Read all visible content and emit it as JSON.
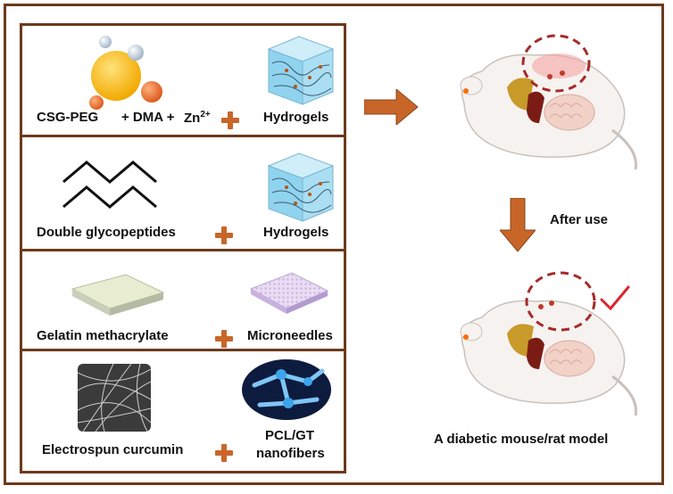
{
  "rows": [
    {
      "left_label": "CSG-PEG",
      "left_label_2": "+ DMA +",
      "ion": "Zn",
      "ion_sup": "2+",
      "right_label": "Hydrogels"
    },
    {
      "left_label": "Double glycopeptides",
      "right_label": "Hydrogels"
    },
    {
      "left_label": "Gelatin methacrylate",
      "right_label": "Microneedles"
    },
    {
      "left_label": "Electrospun curcumin",
      "right_label_1": "PCL/GT",
      "right_label_2": "nanofibers"
    }
  ],
  "right_panel": {
    "after_use": "After use",
    "model_caption": "A diabetic mouse/rat model"
  },
  "colors": {
    "border": "#6b3a1c",
    "arrow": "#c8662a",
    "plus": "#c8662a",
    "dashed_circle": "#a52a2a",
    "checkmark": "#d9262b"
  },
  "icons": {
    "micelle": "micelle-icon",
    "hydrogel_cube": "hydrogel-cube-icon",
    "zigzag": "zigzag-icon",
    "gel_slab": "gel-slab-icon",
    "microneedle_patch": "microneedle-patch-icon",
    "sem_fibers": "sem-fibers-icon",
    "nanofiber_network": "nanofiber-network-icon",
    "mouse": "mouse-icon",
    "check": "check-icon"
  }
}
